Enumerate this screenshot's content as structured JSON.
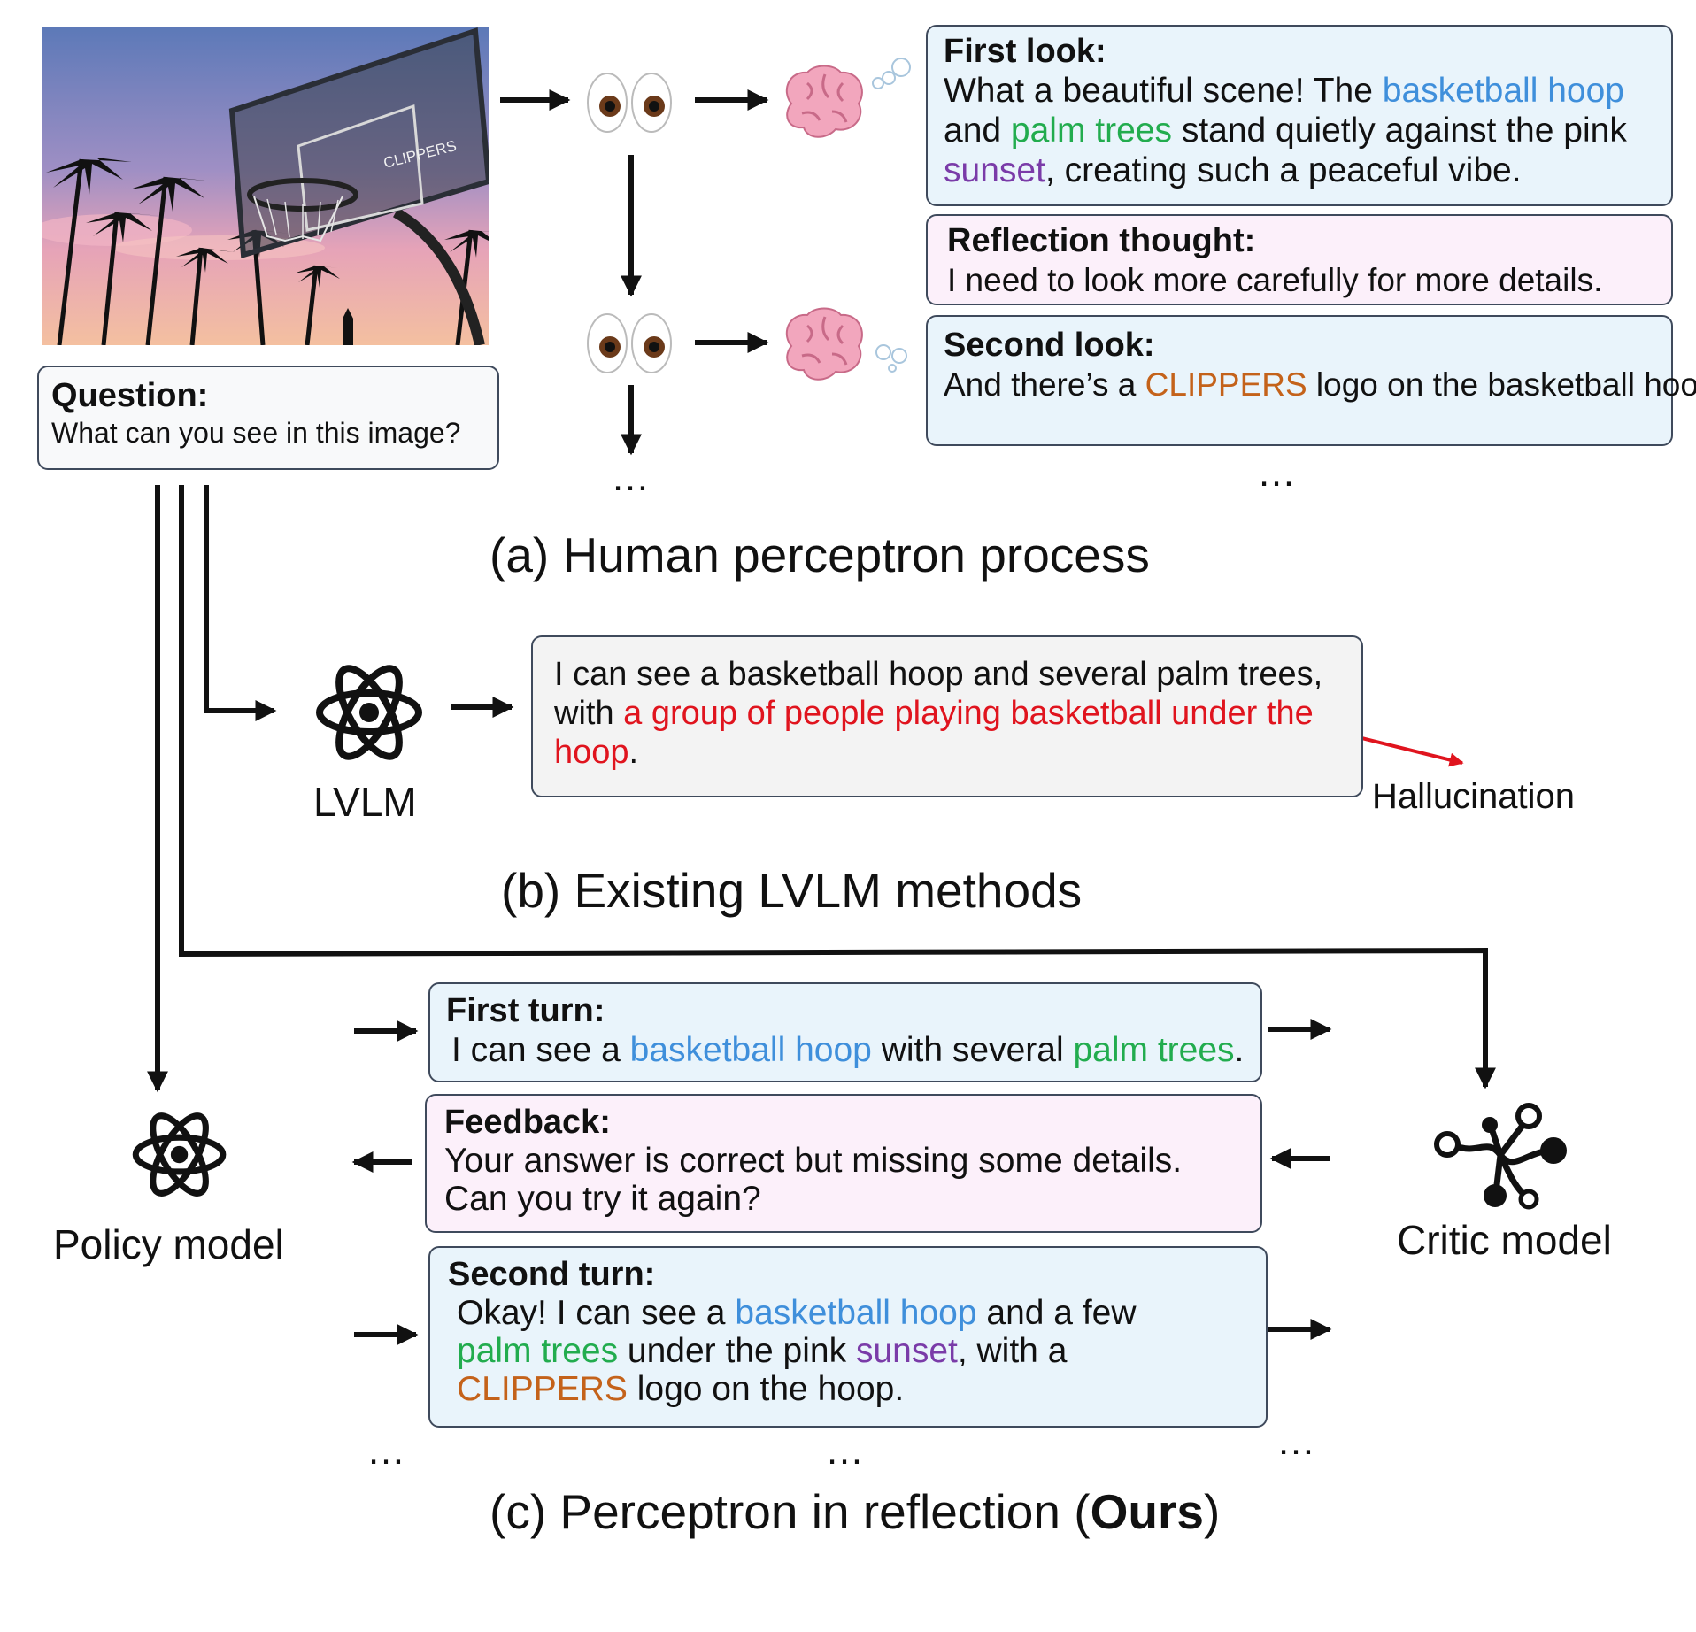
{
  "question": {
    "heading": "Question:",
    "text": "What can you see in this image?"
  },
  "human": {
    "first_look": {
      "heading": "First look:",
      "parts": [
        {
          "t": "What a beautiful scene! The "
        },
        {
          "t": "basketball hoop",
          "c": "blue"
        },
        {
          "t": " and "
        },
        {
          "t": "palm trees",
          "c": "green"
        },
        {
          "t": " stand quietly against the pink "
        },
        {
          "t": "sunset",
          "c": "purple"
        },
        {
          "t": ", creating such a peaceful vibe."
        }
      ]
    },
    "reflection": {
      "heading": "Reflection thought:",
      "parts": [
        {
          "t": "I need to look more carefully for more details."
        }
      ]
    },
    "second_look": {
      "heading": "Second look:",
      "parts": [
        {
          "t": "And there’s a "
        },
        {
          "t": "CLIPPERS",
          "c": "orange"
        },
        {
          "t": " logo on the basketball hoop."
        }
      ]
    },
    "ellipsis": "…",
    "caption": "(a) Human perceptron process"
  },
  "existing": {
    "model_label": "LVLM",
    "parts": [
      {
        "t": "I can see a basketball hoop and several palm trees, with "
      },
      {
        "t": "a group of people playing basketball under the hoop",
        "c": "red"
      },
      {
        "t": "."
      }
    ],
    "hallucination_label": "Hallucination",
    "caption": "(b) Existing LVLM methods"
  },
  "ours": {
    "policy_label": "Policy model",
    "critic_label": "Critic model",
    "first_turn": {
      "heading": "First turn:",
      "parts": [
        {
          "t": "I can see a "
        },
        {
          "t": "basketball hoop",
          "c": "blue"
        },
        {
          "t": " with several "
        },
        {
          "t": "palm trees",
          "c": "green"
        },
        {
          "t": "."
        }
      ]
    },
    "feedback": {
      "heading": "Feedback:",
      "parts": [
        {
          "t": "Your answer is correct but missing some details. Can you try it again?"
        }
      ]
    },
    "second_turn": {
      "heading": "Second turn:",
      "parts": [
        {
          "t": "Okay! I can see a "
        },
        {
          "t": "basketball hoop",
          "c": "blue"
        },
        {
          "t": " and a few "
        },
        {
          "t": "palm trees",
          "c": "green"
        },
        {
          "t": " under the pink "
        },
        {
          "t": "sunset",
          "c": "purple"
        },
        {
          "t": ", with a "
        },
        {
          "t": "CLIPPERS",
          "c": "orange"
        },
        {
          "t": " logo on the hoop."
        }
      ]
    },
    "ellipsis": "…",
    "caption_prefix": "(c) Perceptron in reflection (",
    "caption_bold": "Ours",
    "caption_suffix": ")"
  },
  "photo_logo": "CLIPPERS",
  "colors": {
    "blue": "#3f8fdb",
    "green": "#22ac4e",
    "purple": "#7a3ba8",
    "orange": "#c4621a",
    "red": "#e0141e",
    "box_blue": "#e9f4fb",
    "box_pink": "#fcf0fa",
    "box_gray": "#f3f3f3"
  },
  "icons": [
    "eyes-icon",
    "brain-icon",
    "thought-bubbles-icon",
    "atom-icon",
    "network-icon"
  ]
}
